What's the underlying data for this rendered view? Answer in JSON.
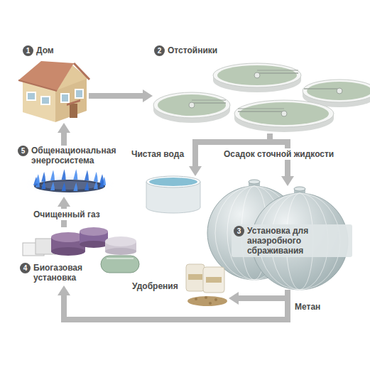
{
  "diagram": {
    "nodes": [
      {
        "text": [
          "1",
          "Дом"
        ]
      },
      {
        "text": [
          "2",
          "Отстойники"
        ]
      },
      {
        "text": [
          "Чистая вода"
        ]
      },
      {
        "text": [
          "3",
          "Установка для анаэробного сбраживания"
        ]
      },
      {
        "text": [
          "Удобрения"
        ]
      },
      {
        "text": [
          "4",
          "Биогазовая установка"
        ]
      },
      {
        "text": [
          "5",
          "Общенациональная энергосистема"
        ]
      }
    ],
    "edges": [
      {
        "from": 0,
        "to": 1,
        "arrow": "to"
      },
      {
        "from": 1,
        "to": 2,
        "arrow": "to"
      },
      {
        "from": 1,
        "to": 3,
        "label": "Осадок сточной жидкости",
        "arrow": "to"
      },
      {
        "from": 3,
        "to": 4,
        "arrow": "to"
      },
      {
        "from": 3,
        "to": 5,
        "label": "Метан",
        "arrow": "to"
      },
      {
        "from": 5,
        "to": 6,
        "label": "Очищенный газ",
        "arrow": "to"
      },
      {
        "from": 6,
        "to": 0,
        "arrow": "to"
      }
    ]
  }
}
